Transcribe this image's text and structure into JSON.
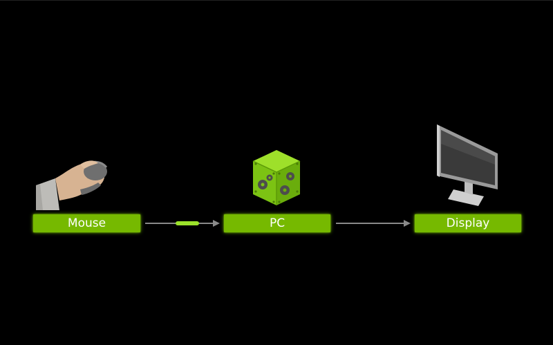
{
  "nodes": [
    {
      "label": "Mouse",
      "icon": "hand-on-mouse-icon"
    },
    {
      "label": "PC",
      "icon": "gear-cube-icon"
    },
    {
      "label": "Display",
      "icon": "monitor-icon"
    }
  ],
  "colors": {
    "accent": "#76b900",
    "background": "#000000",
    "arrow": "#8a8a8a",
    "signal": "#9be22b"
  }
}
